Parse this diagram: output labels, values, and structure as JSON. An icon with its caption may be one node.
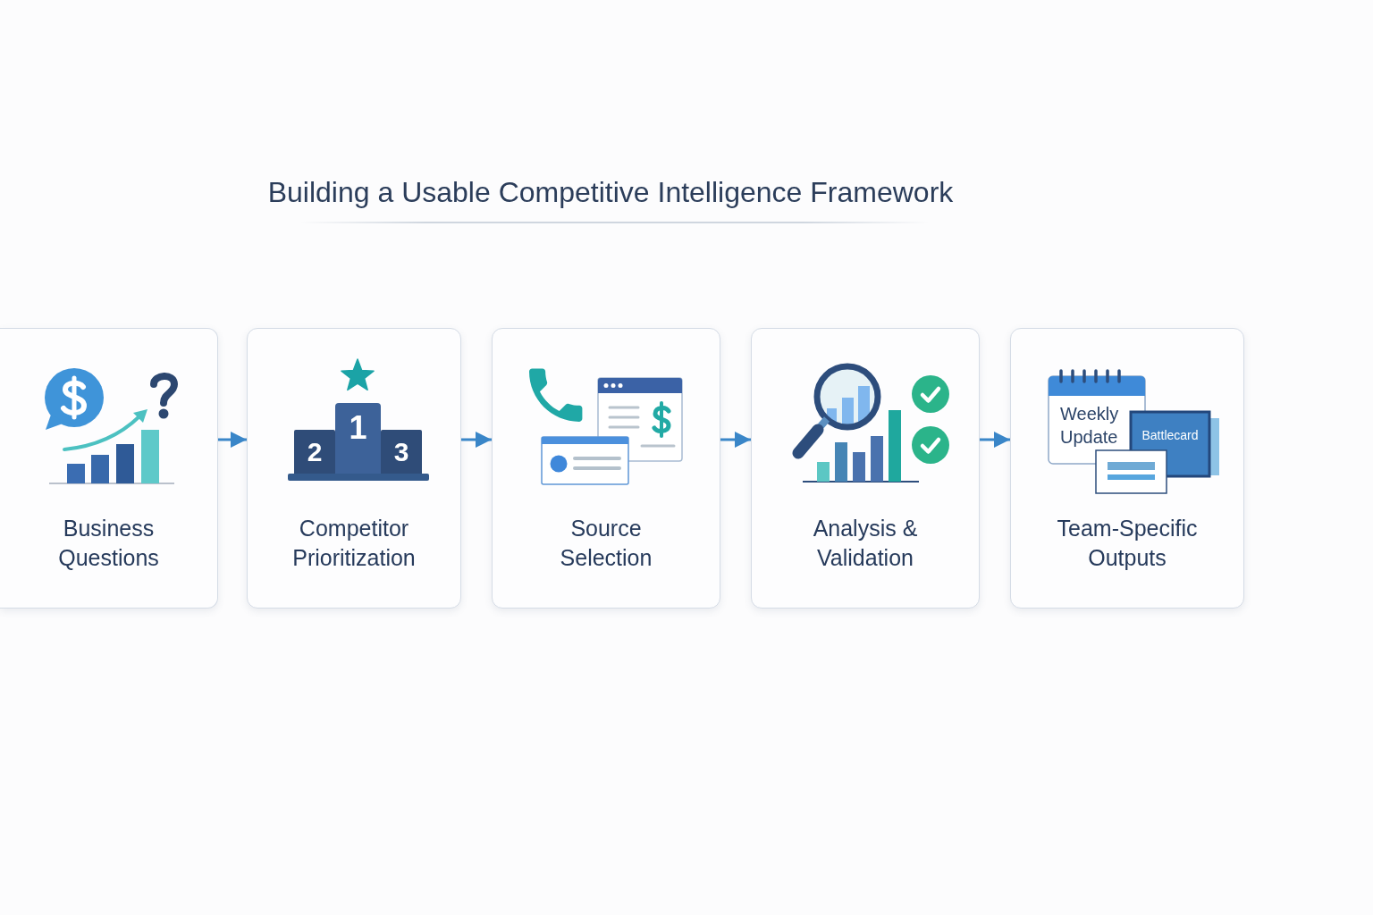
{
  "diagram": {
    "title": "Building a Usable Competitive Intelligence Framework",
    "nodes": [
      {
        "text": [
          "Business Questions"
        ]
      },
      {
        "text": [
          "Competitor Prioritization"
        ]
      },
      {
        "text": [
          "2"
        ],
        "in": 1
      },
      {
        "text": [
          "1"
        ],
        "in": 1
      },
      {
        "text": [
          "3"
        ],
        "in": 1
      },
      {
        "text": [
          "Source Selection"
        ]
      },
      {
        "text": [
          "Analysis & Validation"
        ]
      },
      {
        "text": [
          "Team-Specific Outputs"
        ]
      },
      {
        "text": [
          "Weekly Update"
        ],
        "in": 7
      },
      {
        "text": [
          "Battlecard"
        ],
        "in": 7
      }
    ],
    "edges": [
      {
        "from": 0,
        "to": 1,
        "arrow": "to"
      },
      {
        "from": 1,
        "to": 5,
        "arrow": "to"
      },
      {
        "from": 5,
        "to": 6,
        "arrow": "to"
      },
      {
        "from": 6,
        "to": 7,
        "arrow": "to"
      }
    ]
  }
}
